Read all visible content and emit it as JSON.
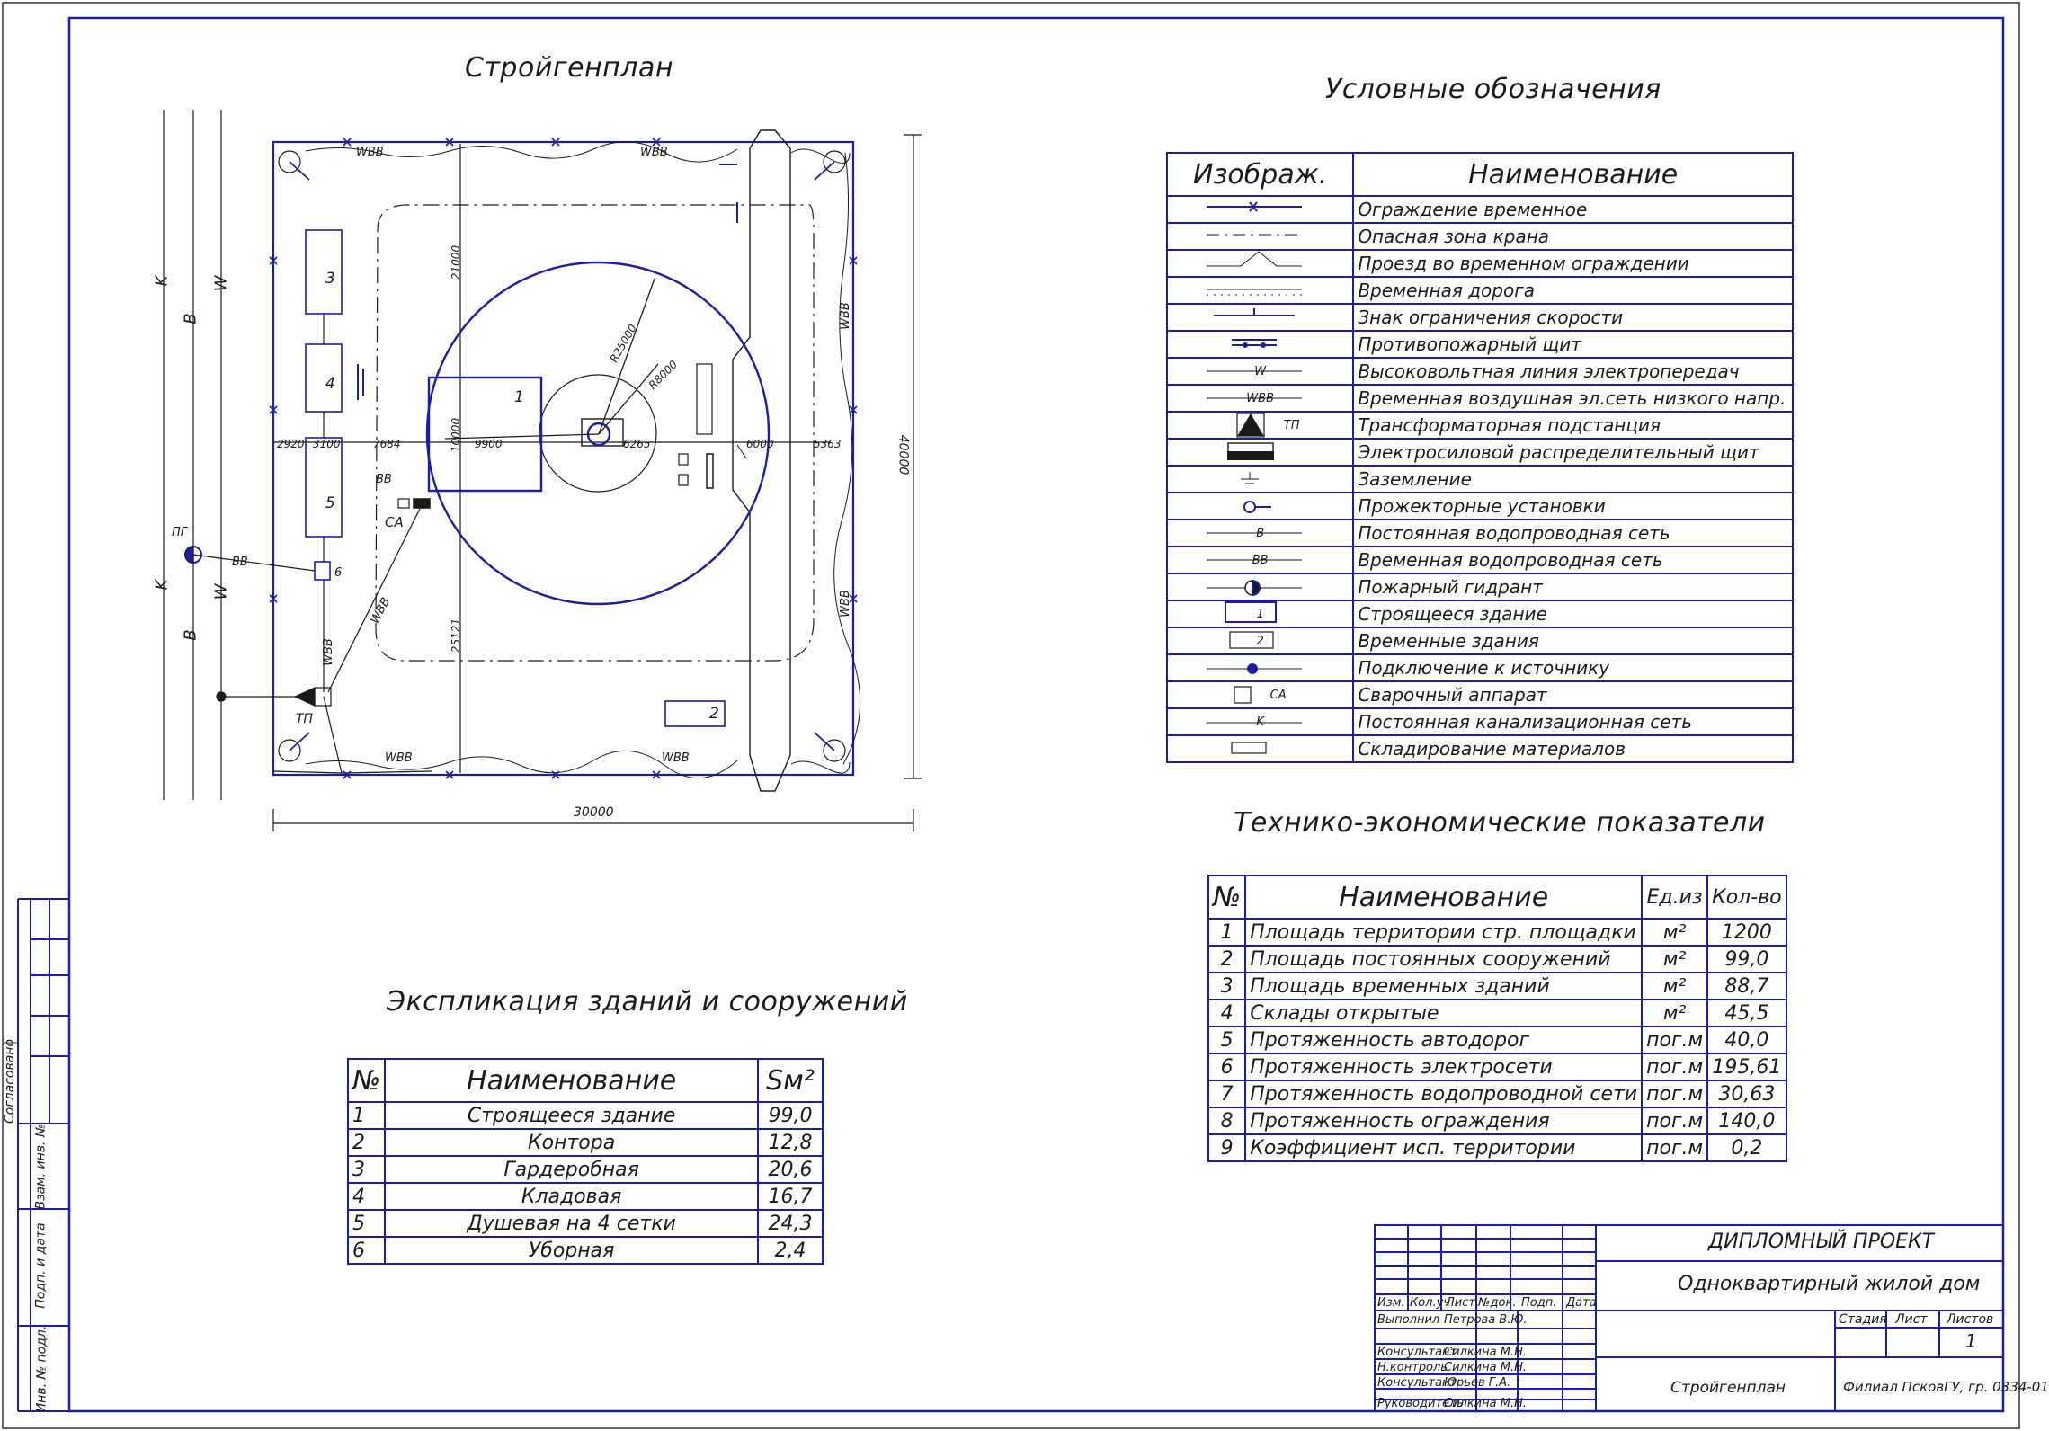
{
  "titles": {
    "plan": "Стройгенплан",
    "legend": "Условные обозначения",
    "tep": "Технико-экономические показатели",
    "explication": "Экспликация зданий и сооружений"
  },
  "plan_labels": {
    "dim_width": "30000",
    "dim_height": "40000",
    "dim_2920": "2920",
    "dim_3100": "3100",
    "dim_7684": "7684",
    "dim_9900": "9900",
    "dim_6000": "6000",
    "dim_5363": "5363",
    "dim_21000": "21000",
    "dim_10000": "10000",
    "dim_25121": "25121",
    "dim_6265": "6265",
    "r_25000": "R25000",
    "r_8000": "R8000",
    "wbb": "WBB",
    "bb": "BB",
    "w": "W",
    "k": "K",
    "v": "B",
    "pg": "ПГ",
    "sa": "СА",
    "tp": "ТП",
    "b1": "1",
    "b2": "2",
    "b3": "3",
    "b4": "4",
    "b5": "5",
    "b6": "6"
  },
  "legend": {
    "col_image": "Изображ.",
    "col_name": "Наименование",
    "rows": [
      {
        "name": "Ограждение временное"
      },
      {
        "name": "Опасная зона крана"
      },
      {
        "name": "Проезд во временном ограждении"
      },
      {
        "name": "Временная дорога"
      },
      {
        "name": "Знак ограничения скорости"
      },
      {
        "name": "Противопожарный щит"
      },
      {
        "name": "Высоковольтная линия электропередач",
        "sym": "W"
      },
      {
        "name": "Временная воздушная эл.сеть низкого напр.",
        "sym": "WBB"
      },
      {
        "name": "Трансформаторная подстанция",
        "sym": "ТП"
      },
      {
        "name": "Электросиловой распределительный щит"
      },
      {
        "name": "Заземление"
      },
      {
        "name": "Прожекторные установки"
      },
      {
        "name": "Постоянная водопроводная сеть",
        "sym": "B"
      },
      {
        "name": "Временная водопроводная сеть",
        "sym": "BB"
      },
      {
        "name": "Пожарный гидрант"
      },
      {
        "name": "Строящееся здание",
        "sym": "1"
      },
      {
        "name": "Временные здания",
        "sym": "2"
      },
      {
        "name": "Подключение к источнику"
      },
      {
        "name": "Сварочный аппарат",
        "sym": "СА"
      },
      {
        "name": "Постоянная канализационная сеть",
        "sym": "K"
      },
      {
        "name": "Складирование материалов"
      }
    ]
  },
  "tep": {
    "col_no": "№",
    "col_name": "Наименование",
    "col_unit": "Ед.из",
    "col_qty": "Кол-во",
    "rows": [
      {
        "no": "1",
        "name": "Площадь территории стр. площадки",
        "unit": "м²",
        "qty": "1200"
      },
      {
        "no": "2",
        "name": "Площадь постоянных сооружений",
        "unit": "м²",
        "qty": "99,0"
      },
      {
        "no": "3",
        "name": "Площадь временных зданий",
        "unit": "м²",
        "qty": "88,7"
      },
      {
        "no": "4",
        "name": "Склады открытые",
        "unit": "м²",
        "qty": "45,5"
      },
      {
        "no": "5",
        "name": "Протяженность автодорог",
        "unit": "пог.м",
        "qty": "40,0"
      },
      {
        "no": "6",
        "name": "Протяженность электросети",
        "unit": "пог.м",
        "qty": "195,61"
      },
      {
        "no": "7",
        "name": "Протяженность водопроводной сети",
        "unit": "пог.м",
        "qty": "30,63"
      },
      {
        "no": "8",
        "name": "Протяженность ограждения",
        "unit": "пог.м",
        "qty": "140,0"
      },
      {
        "no": "9",
        "name": "Коэффициент исп. территории",
        "unit": "пог.м",
        "qty": "0,2"
      }
    ]
  },
  "explication": {
    "col_no": "№",
    "col_name": "Наименование",
    "col_s": "Sм²",
    "rows": [
      {
        "no": "1",
        "name": "Строящееся здание",
        "s": "99,0"
      },
      {
        "no": "2",
        "name": "Контора",
        "s": "12,8"
      },
      {
        "no": "3",
        "name": "Гардеробная",
        "s": "20,6"
      },
      {
        "no": "4",
        "name": "Кладовая",
        "s": "16,7"
      },
      {
        "no": "5",
        "name": "Душевая на 4 сетки",
        "s": "24,3"
      },
      {
        "no": "6",
        "name": "Уборная",
        "s": "2,4"
      }
    ]
  },
  "stamp": {
    "project": "ДИПЛОМНЫЙ ПРОЕКТ",
    "object": "Одноквартирный жилой дом",
    "sheet_title": "Стройгенплан",
    "org": "Филиал ПсковГУ, гр. 0334-01",
    "col_stage": "Стадия",
    "col_sheet": "Лист",
    "col_sheets": "Листов",
    "sheets_value": "1",
    "headers": [
      "Изм.",
      "Кол.уч",
      "Лист",
      "№док.",
      "Подп.",
      "Дата"
    ],
    "roles": [
      {
        "role": "Выполнил",
        "name": "Петрова В.Ю."
      },
      {
        "role": "Консультант",
        "name": "Силкина М.Н."
      },
      {
        "role": "Н.контроль",
        "name": "Силкина М.Н."
      },
      {
        "role": "Консультант",
        "name": "Юрьев Г.А."
      },
      {
        "role": "Руководитель",
        "name": "Силкина М.Н."
      }
    ]
  },
  "side_stamp": {
    "agreed": "Согласовано",
    "inv_vzam": "Взам. инв. №",
    "podp_data": "Подп. и дата",
    "inv_podl": "Инв. № подл."
  }
}
